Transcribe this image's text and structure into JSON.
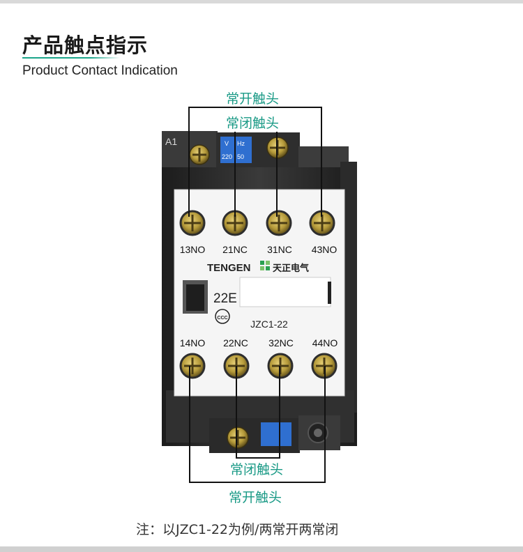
{
  "header": {
    "title_cn": "产品触点指示",
    "title_en": "Product Contact Indication"
  },
  "labels": {
    "top_no": "常开触头",
    "top_nc": "常闭触头",
    "bottom_nc": "常闭触头",
    "bottom_no": "常开触头"
  },
  "device": {
    "a1_label": "A1",
    "coil_unit_v": "V",
    "coil_unit_hz": "Hz",
    "coil_voltage": "220",
    "coil_freq": "50",
    "top_terminals": [
      "13NO",
      "21NC",
      "31NC",
      "43NO"
    ],
    "bottom_terminals": [
      "14NO",
      "22NC",
      "32NC",
      "44NO"
    ],
    "brand": "TENGEN",
    "brand_cn": "天正电气",
    "model_code": "22E",
    "model": "JZC1-22",
    "cert_mark": "CCC"
  },
  "note": "注：以JZC1-22为例/两常开两常闭",
  "colors": {
    "accent": "#1a9a86",
    "frame_dark": "#2a2a2a",
    "face_white": "#f5f5f5",
    "screw_brass": "#b59a3a",
    "coil_blue": "#2f6fd0"
  }
}
